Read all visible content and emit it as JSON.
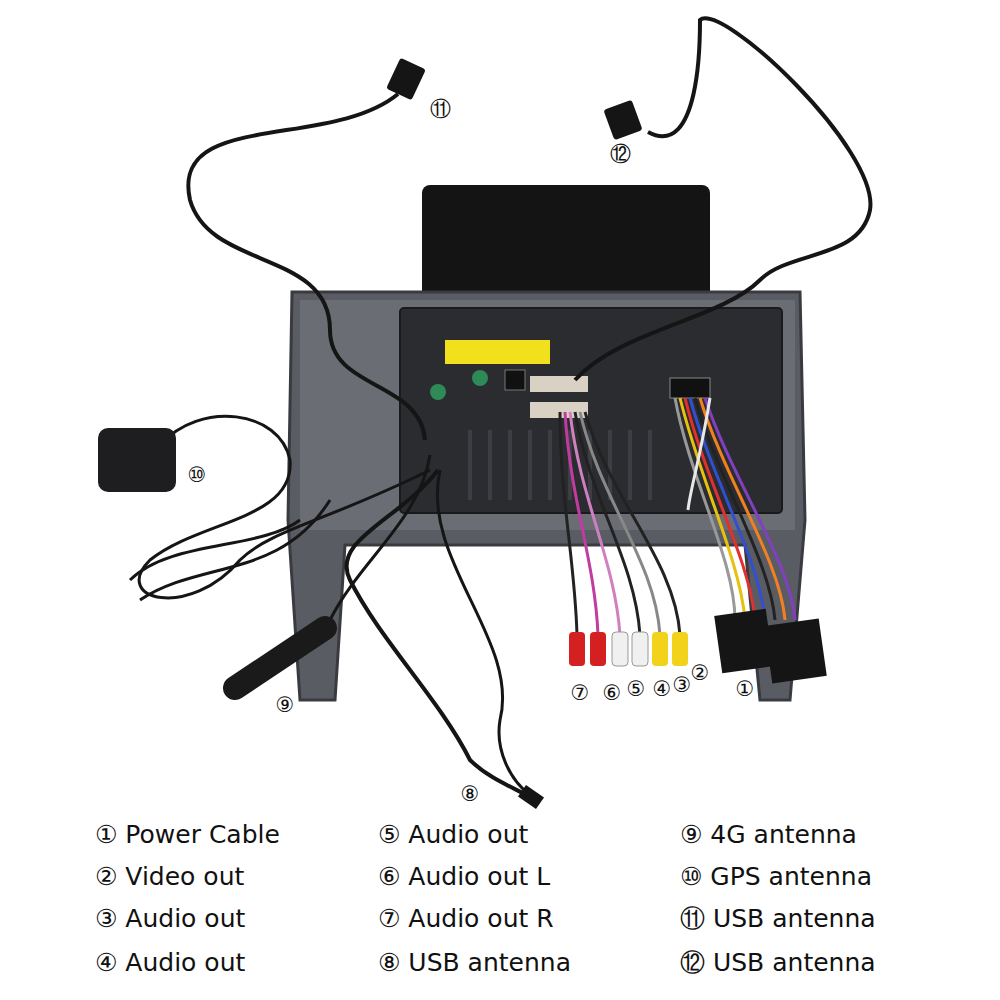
{
  "diagram": {
    "labels": [
      "⑪",
      "⑫",
      "⑩",
      "⑨",
      "⑧",
      "⑦",
      "⑥",
      "⑤",
      "④",
      "③",
      "②",
      "①",
      "① Power Cable",
      "② Video out",
      "③ Audio out",
      "④ Audio out",
      "⑤ Audio out",
      "⑥ Audio out L",
      "⑦ Audio out R",
      "⑧ USB antenna",
      "⑨ 4G antenna",
      "⑩ GPS antenna",
      "⑪ USB antenna",
      "⑫ USB antenna"
    ]
  }
}
